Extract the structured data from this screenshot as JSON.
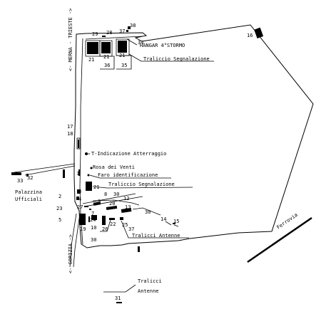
{
  "side_labels": {
    "north": "<- MERNA - TRIESTE ->",
    "south": "<- GORIZIA ->"
  },
  "labels": {
    "hangar": "HANGAR 4°STORMO",
    "traliccio_top": "Traliccio Segnalazione",
    "t_indicazione": "T-Indicazione Atterraggio",
    "rosa": "Rosa dei Venti",
    "faro": "Faro identificazione",
    "traliccio_mid": "Traliccio Segnalazione",
    "palazzina_1": "Palazzina",
    "palazzina_2": "Ufficiali",
    "tralicci_antenne": "Tralicci Antenne",
    "tralicci_bottom_1": "Tralicci",
    "tralicci_bottom_2": "Antenne",
    "ferrovia": "Ferrovia"
  },
  "numbers": {
    "n38": "38",
    "n29": "29",
    "n28": "28",
    "n37a": "37",
    "n34": "34",
    "n16": "16",
    "n21a": "21",
    "n21b": "21",
    "n21c": "21",
    "n36": "36",
    "n35": "35",
    "n17": "17",
    "n18": "18",
    "n33": "33",
    "n32": "32",
    "n1": "1",
    "n21d": "21",
    "n2": "2",
    "n3": "3",
    "n4": "4",
    "n23": "23",
    "n27": "27",
    "n5": "5",
    "n8": "8",
    "n30a": "30",
    "n12": "12",
    "n9": "9",
    "n20": "20",
    "n13": "13",
    "n30b": "30",
    "n14": "14",
    "n15": "15",
    "n7": "7",
    "n24": "24",
    "n10": "10",
    "n19": "19",
    "n26": "26",
    "n22": "22",
    "n25": "25",
    "n37b": "37",
    "n30c": "30",
    "n31": "31"
  }
}
